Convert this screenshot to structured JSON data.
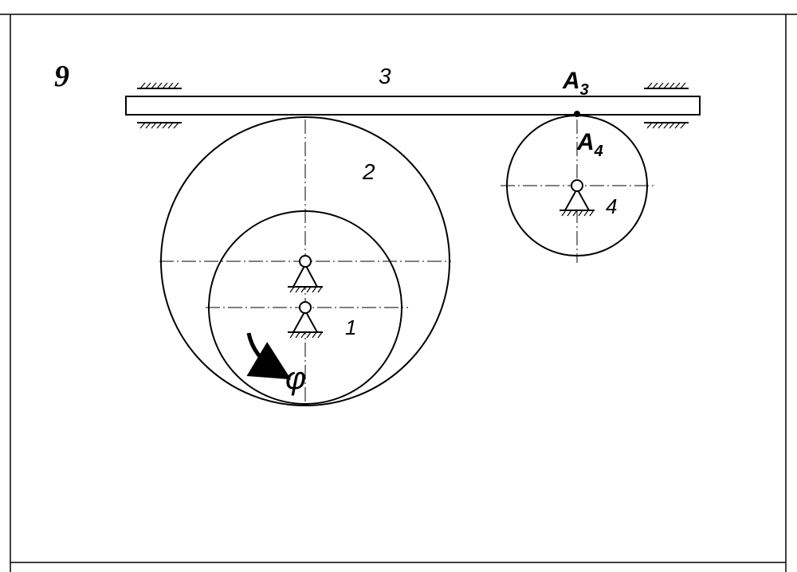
{
  "problem_number": "9",
  "labels": {
    "body_1": "1",
    "body_2": "2",
    "body_3": "3",
    "body_4": "4",
    "point_a3": "A",
    "point_a3_sub": "3",
    "point_a4": "A",
    "point_a4_sub": "4",
    "angle": "φ"
  }
}
